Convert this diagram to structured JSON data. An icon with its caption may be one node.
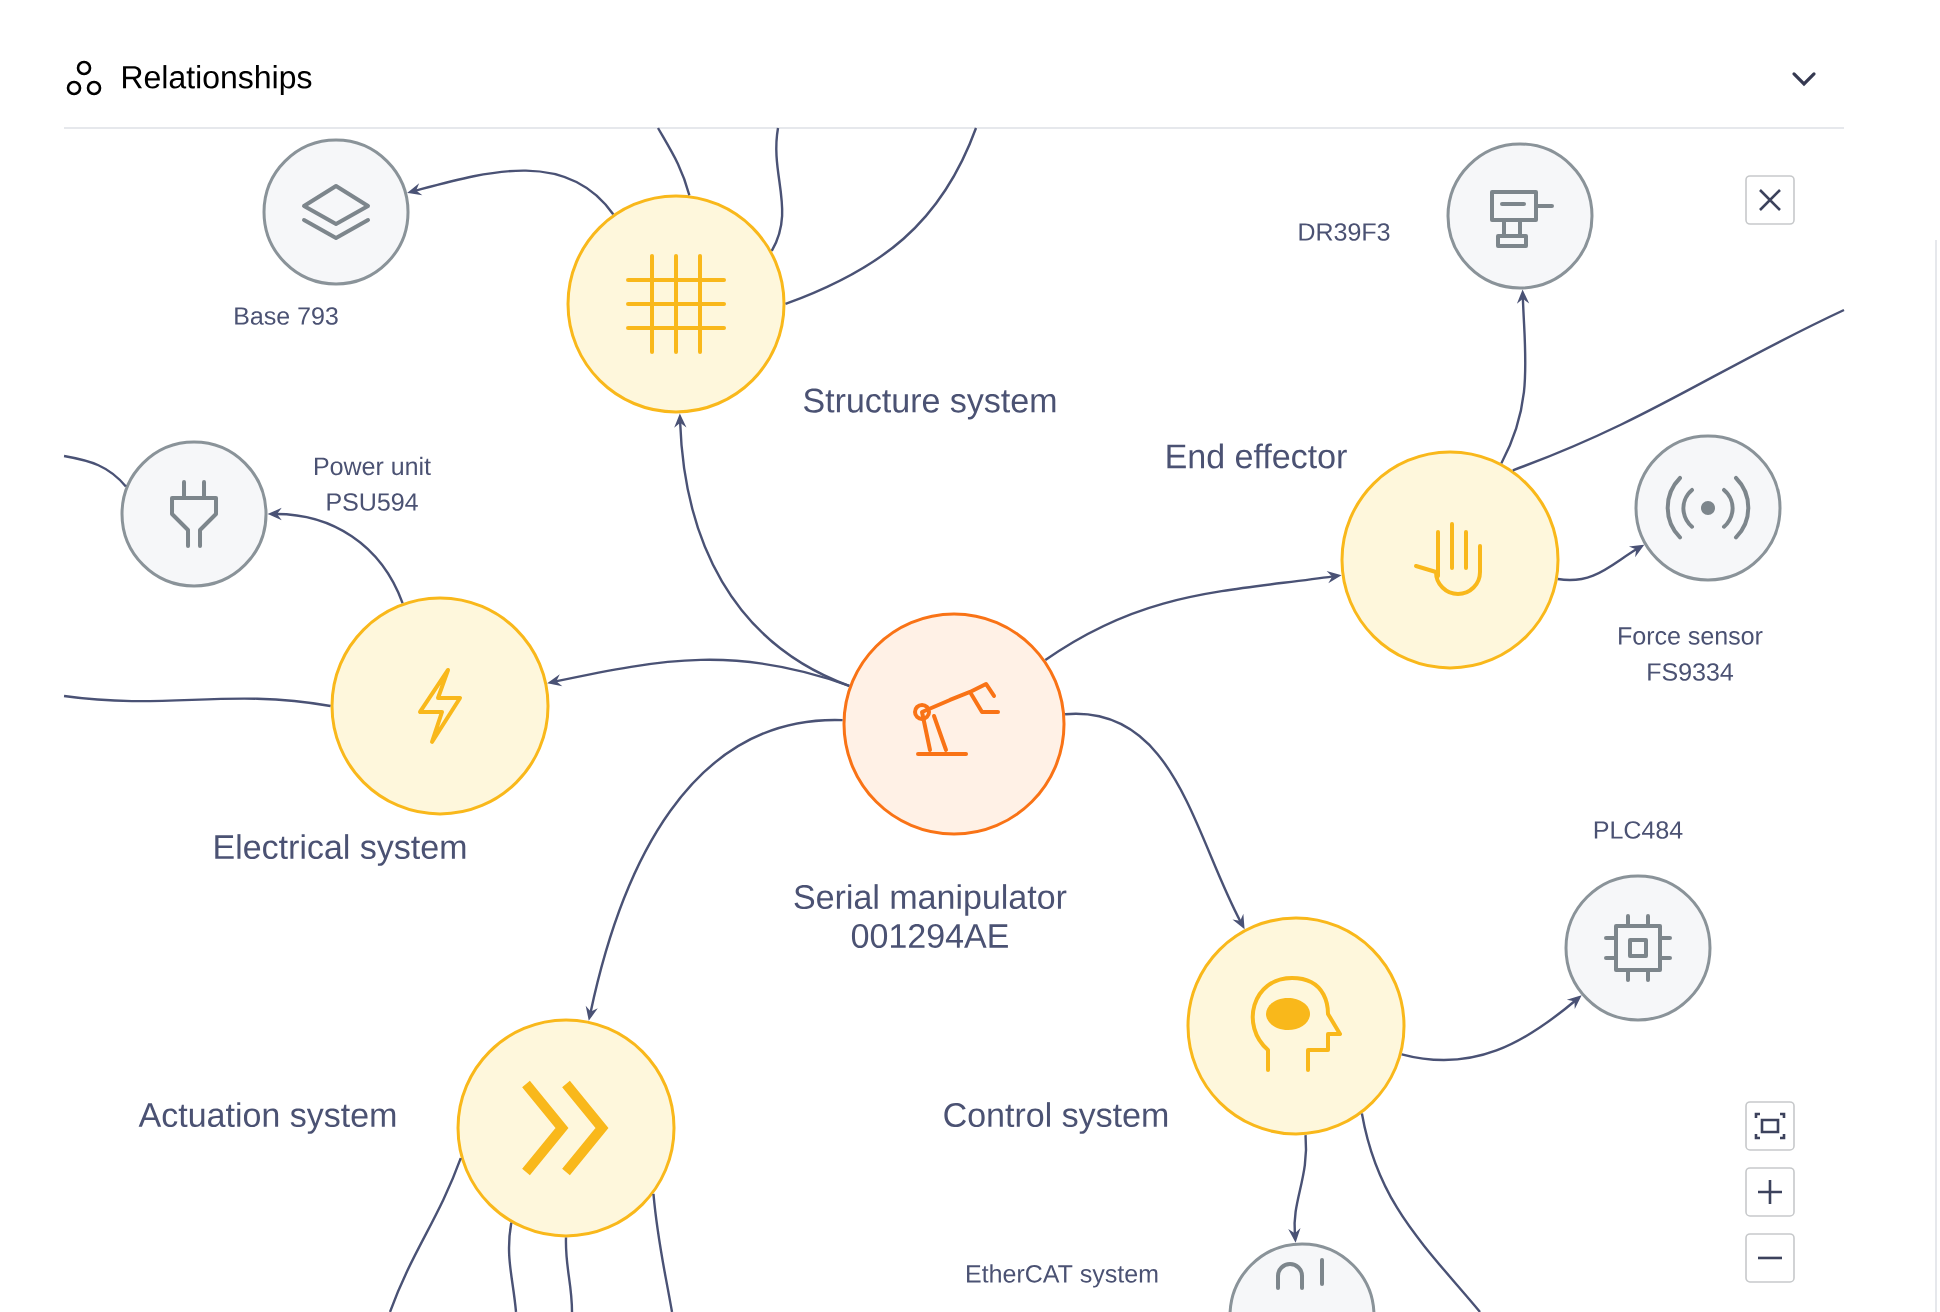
{
  "diagram": {
    "title": "Relationships",
    "nodes": [
      {
        "text": [
          "Serial manipulator",
          "001294AE"
        ]
      },
      {
        "text": [
          "Structure system"
        ]
      },
      {
        "text": [
          "Base 793"
        ]
      },
      {
        "text": [
          "Electrical system"
        ]
      },
      {
        "text": [
          "Power unit",
          "PSU594"
        ]
      },
      {
        "text": [
          "End effector"
        ]
      },
      {
        "text": [
          "DR39F3"
        ]
      },
      {
        "text": [
          "Force sensor",
          "FS9334"
        ]
      },
      {
        "text": [
          "Actuation system"
        ]
      },
      {
        "text": [
          "Control system"
        ]
      },
      {
        "text": [
          "PLC484"
        ]
      },
      {
        "text": [
          "EtherCAT system"
        ]
      }
    ],
    "edges": [
      {
        "from": 0,
        "to": 1,
        "arrow": "to"
      },
      {
        "from": 0,
        "to": 3,
        "arrow": "to"
      },
      {
        "from": 0,
        "to": 5,
        "arrow": "to"
      },
      {
        "from": 0,
        "to": 8,
        "arrow": "to"
      },
      {
        "from": 0,
        "to": 9,
        "arrow": "to"
      },
      {
        "from": 1,
        "to": 2,
        "arrow": "to"
      },
      {
        "from": 3,
        "to": 4,
        "arrow": "to"
      },
      {
        "from": 5,
        "to": 6,
        "arrow": "to"
      },
      {
        "from": 5,
        "to": 7,
        "arrow": "to"
      },
      {
        "from": 9,
        "to": 10,
        "arrow": "to"
      },
      {
        "from": 9,
        "to": 11,
        "arrow": "to"
      },
      {
        "from": 1,
        "to": null,
        "arrow": "none"
      },
      {
        "from": 1,
        "to": null,
        "arrow": "none"
      },
      {
        "from": 1,
        "to": null,
        "arrow": "none"
      },
      {
        "from": 4,
        "to": null,
        "arrow": "none"
      },
      {
        "from": 3,
        "to": null,
        "arrow": "none"
      },
      {
        "from": 5,
        "to": null,
        "arrow": "none"
      },
      {
        "from": 8,
        "to": null,
        "arrow": "none"
      },
      {
        "from": 8,
        "to": null,
        "arrow": "none"
      },
      {
        "from": 8,
        "to": null,
        "arrow": "none"
      },
      {
        "from": 8,
        "to": null,
        "arrow": "none"
      },
      {
        "from": 9,
        "to": null,
        "arrow": "none"
      }
    ]
  }
}
